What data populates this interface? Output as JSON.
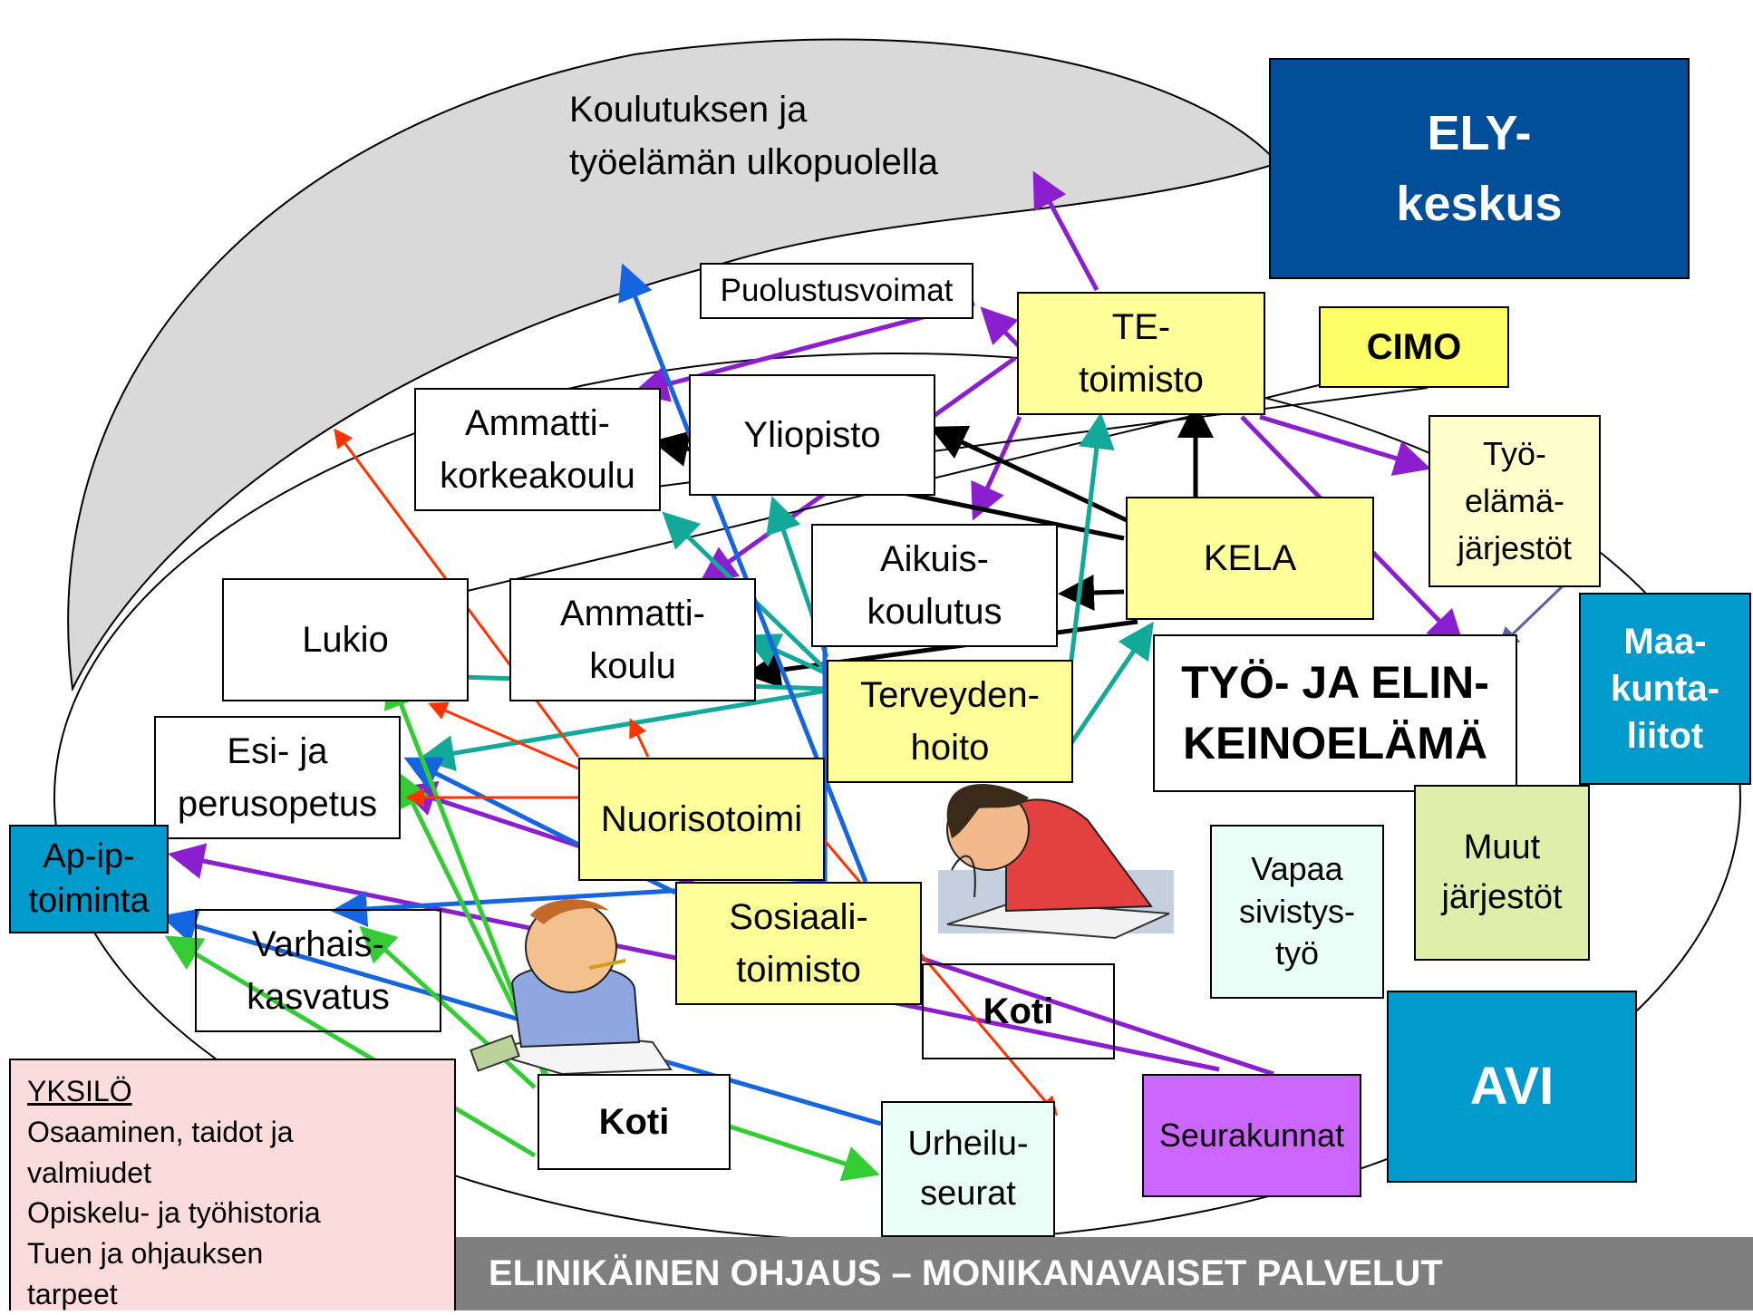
{
  "outside_label": [
    "Koulutuksen ja",
    "työelämän ulkopuolella"
  ],
  "nodes": {
    "ely": [
      "ELY-",
      "keskus"
    ],
    "puolustusvoimat": [
      "Puolustusvoimat"
    ],
    "te": [
      "TE-",
      "toimisto"
    ],
    "cimo": [
      "CIMO"
    ],
    "amk": [
      "Ammatti-",
      "korkeakoulu"
    ],
    "yliopisto": [
      "Yliopisto"
    ],
    "tyoelamajarjestot": [
      "Työ-",
      "elämä-",
      "järjestöt"
    ],
    "kela": [
      "KELA"
    ],
    "aikuiskoulutus": [
      "Aikuis-",
      "koulutus"
    ],
    "lukio": [
      "Lukio"
    ],
    "ammattikoulu": [
      "Ammatti-",
      "koulu"
    ],
    "maakuntaliitot": [
      "Maa-",
      "kunta-",
      "liitot"
    ],
    "tyo_elinkeino": [
      "TYÖ- JA ELIN-",
      "KEINOELÄMÄ"
    ],
    "terveydenhoito": [
      "Terveyden-",
      "hoito"
    ],
    "esi_perus": [
      "Esi- ja",
      "perusopetus"
    ],
    "nuorisotoimi": [
      "Nuorisotoimi"
    ],
    "ap_ip": [
      "Ap-ip-",
      "toiminta"
    ],
    "vapaa": [
      "Vapaa",
      "sivistys-",
      "työ"
    ],
    "muut": [
      "Muut",
      "järjestöt"
    ],
    "sosiaalitoimisto": [
      "Sosiaali-",
      "toimisto"
    ],
    "varhais": [
      "Varhais-",
      "kasvatus"
    ],
    "koti_right": [
      "Koti"
    ],
    "koti_left": [
      "Koti"
    ],
    "avi": [
      "AVI"
    ],
    "seurakunnat": [
      "Seurakunnat"
    ],
    "urheiluseurat": [
      "Urheilu-",
      "seurat"
    ]
  },
  "yksilo": {
    "title": "YKSILÖ",
    "lines": [
      "Osaaminen, taidot ja",
      "valmiudet",
      "Opiskelu- ja työhistoria",
      "Tuen ja ohjauksen",
      "tarpeet"
    ]
  },
  "footer": "ELINIKÄINEN OHJAUS – MONIKANAVAISET PALVELUT",
  "colors": {
    "purple": "#8b1fd0",
    "black": "#000000",
    "teal": "#12a89a",
    "blue": "#1565e0",
    "green": "#33cc33",
    "red": "#ff3300",
    "slate": "#6060a0",
    "ely": "#004d99",
    "cyan": "#009acd",
    "node_yellow": "#ffff99",
    "seurakunnat": "#cc66ff",
    "yksilo_bg": "#fadcdc",
    "footer_bg": "#7f7f7f",
    "outside_band": "#d9d9d9"
  },
  "icons": [
    "student-drawing-left",
    "student-drawing-right"
  ]
}
